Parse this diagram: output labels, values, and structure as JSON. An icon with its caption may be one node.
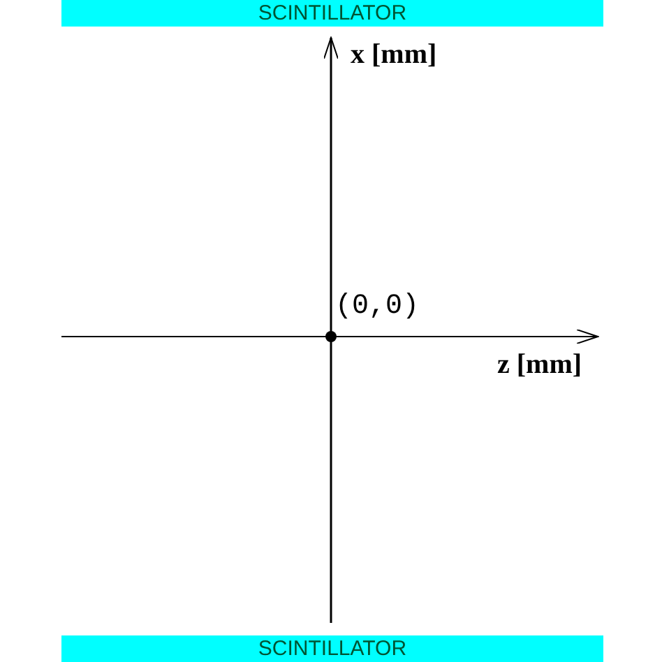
{
  "diagram": {
    "nodes": [
      {
        "text": [
          "SCINTILLATOR"
        ]
      },
      {
        "text": [
          "SCINTILLATOR"
        ]
      }
    ],
    "edges": [],
    "labels": [
      "x [mm]",
      "(0,0)",
      "z [mm]"
    ]
  }
}
